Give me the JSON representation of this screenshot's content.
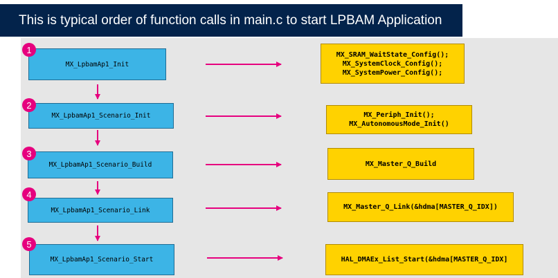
{
  "title": "This is typical order of function calls in main.c to start LPBAM Application",
  "colors": {
    "banner": "#03234b",
    "panel": "#e6e6e6",
    "function_box": "#3cb4e6",
    "result_box": "#ffd200",
    "accent": "#e6007e"
  },
  "steps": [
    {
      "number": "1",
      "function": "MX_LpbamAp1_Init",
      "calls": [
        "MX_SRAM_WaitState_Config();",
        "MX_SystemClock_Config();",
        "MX_SystemPower_Config();"
      ]
    },
    {
      "number": "2",
      "function": "MX_LpbamAp1_Scenario_Init",
      "calls": [
        "MX_Periph_Init();",
        "MX_AutonomousMode_Init()"
      ]
    },
    {
      "number": "3",
      "function": "MX_LpbamAp1_Scenario_Build",
      "calls": [
        "MX_Master_Q_Build"
      ]
    },
    {
      "number": "4",
      "function": "MX_LpbamAp1_Scenario_Link",
      "calls": [
        "MX_Master_Q_Link(&hdma[MASTER_Q_IDX])"
      ]
    },
    {
      "number": "5",
      "function": "MX_LpbamAp1_Scenario_Start",
      "calls": [
        "HAL_DMAEx_List_Start(&hdma[MASTER_Q_IDX]"
      ]
    }
  ]
}
